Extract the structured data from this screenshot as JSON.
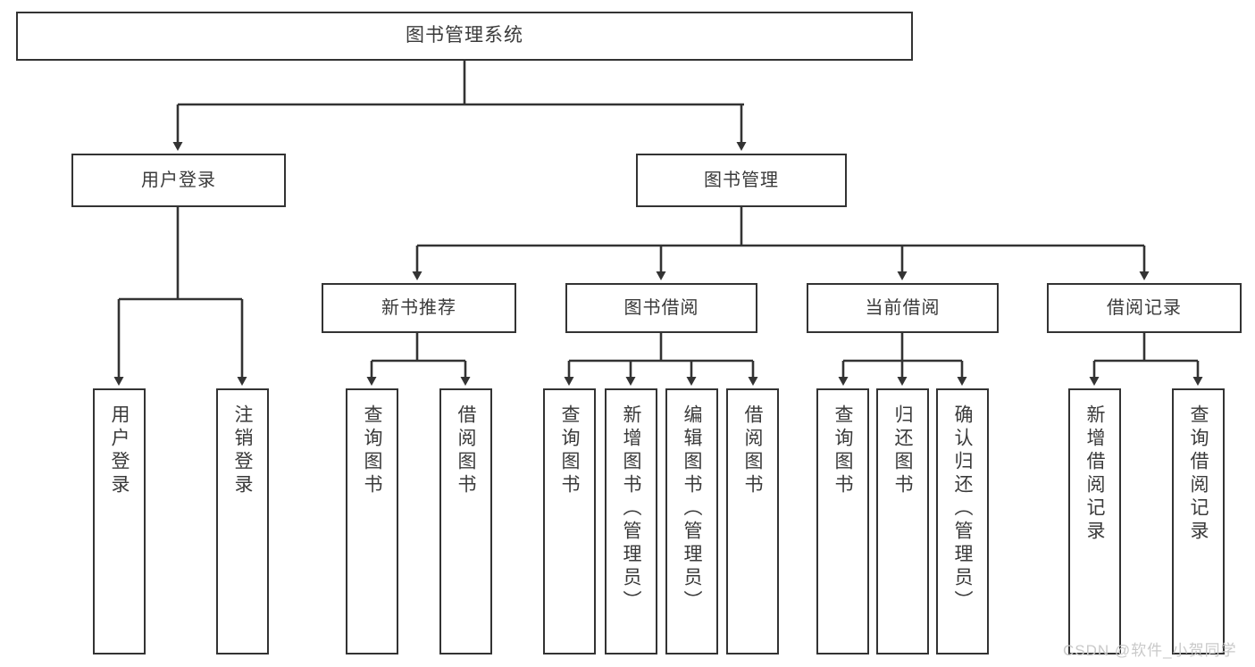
{
  "diagram": {
    "title": "图书管理系统",
    "type": "hierarchy-tree",
    "root": {
      "label": "图书管理系统"
    },
    "level2": [
      {
        "label": "用户登录"
      },
      {
        "label": "图书管理"
      }
    ],
    "level3": [
      {
        "label": "新书推荐"
      },
      {
        "label": "图书借阅"
      },
      {
        "label": "当前借阅"
      },
      {
        "label": "借阅记录"
      }
    ],
    "leaves": {
      "user_login": [
        {
          "label": "用户登录"
        },
        {
          "label": "注销登录"
        }
      ],
      "new_book_recommend": [
        {
          "label": "查询图书"
        },
        {
          "label": "借阅图书"
        }
      ],
      "book_borrow": [
        {
          "label": "查询图书"
        },
        {
          "label": "新增图书（管理员）"
        },
        {
          "label": "编辑图书（管理员）"
        },
        {
          "label": "借阅图书"
        }
      ],
      "current_borrow": [
        {
          "label": "查询图书"
        },
        {
          "label": "归还图书"
        },
        {
          "label": "确认归还（管理员）"
        }
      ],
      "borrow_record": [
        {
          "label": "新增借阅记录"
        },
        {
          "label": "查询借阅记录"
        }
      ]
    }
  },
  "watermark": {
    "text": "CSDN @软件_小贺同学"
  },
  "colors": {
    "box_border": "#333333",
    "box_fill": "#ffffff",
    "text": "#3a3a3a",
    "edge": "#333333",
    "watermark": "#c9c9c9",
    "background": "#ffffff"
  }
}
